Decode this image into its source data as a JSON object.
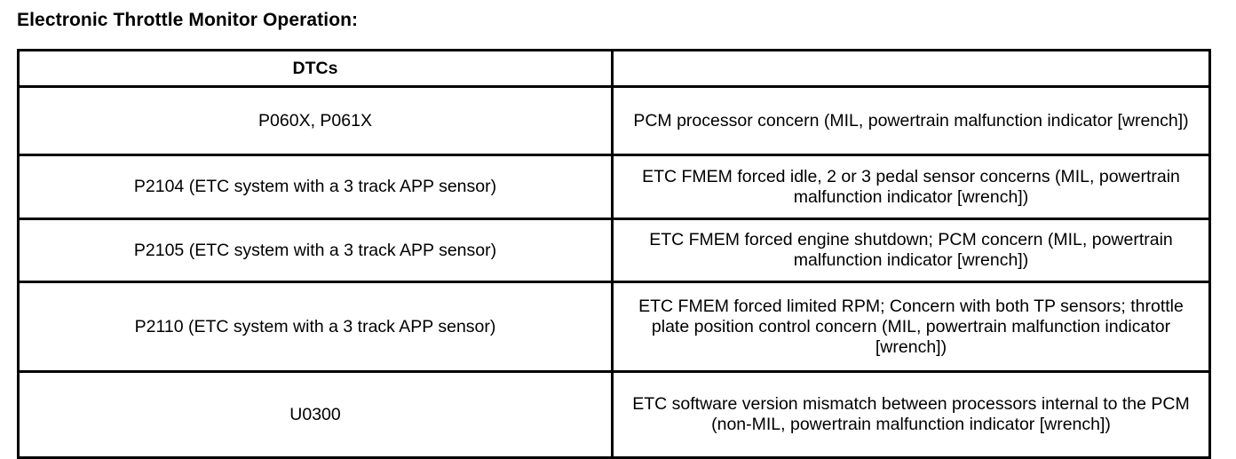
{
  "document": {
    "section_title": "Electronic Throttle Monitor Operation:"
  },
  "table": {
    "headers": {
      "dtc_column": "DTCs",
      "description_column": ""
    },
    "rows": [
      {
        "dtc": "P060X, P061X",
        "description": "PCM processor concern (MIL, powertrain malfunction indicator [wrench])"
      },
      {
        "dtc": "P2104 (ETC system with a 3 track APP sensor)",
        "description": "ETC FMEM  forced idle, 2 or 3 pedal sensor concerns (MIL, powertrain malfunction indicator [wrench])"
      },
      {
        "dtc": "P2105 (ETC system with a 3 track APP sensor)",
        "description": "ETC FMEM  forced engine shutdown; PCM concern (MIL, powertrain malfunction indicator [wrench])"
      },
      {
        "dtc": "P2110 (ETC system with a 3 track APP sensor)",
        "description": "ETC FMEM  forced limited RPM; Concern with both TP sensors; throttle plate position control concern (MIL, powertrain malfunction indicator [wrench])"
      },
      {
        "dtc": "U0300",
        "description": "ETC software version mismatch between processors internal to the PCM (non-MIL, powertrain malfunction indicator [wrench])"
      }
    ]
  },
  "colors": {
    "text": "#000000",
    "background": "#ffffff",
    "border": "#000000"
  }
}
